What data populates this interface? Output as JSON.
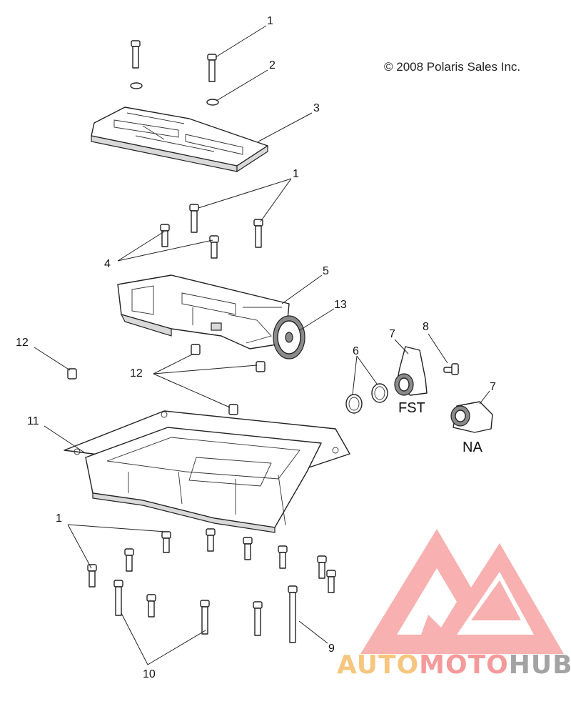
{
  "copyright": "© 2008 Polaris Sales Inc.",
  "variants": {
    "fst": "FST",
    "na": "NA"
  },
  "watermark": {
    "parts": [
      "AUTO",
      "MOTO",
      "HUB"
    ],
    "colors": {
      "auto": "#f6c67f",
      "moto": "#f59a9a",
      "hub": "#a3a3a3",
      "logo": "#f7a3a3"
    }
  },
  "callouts": [
    {
      "id": "c1a",
      "label": "1"
    },
    {
      "id": "c2",
      "label": "2"
    },
    {
      "id": "c3",
      "label": "3"
    },
    {
      "id": "c1b",
      "label": "1"
    },
    {
      "id": "c4",
      "label": "4"
    },
    {
      "id": "c5",
      "label": "5"
    },
    {
      "id": "c13",
      "label": "13"
    },
    {
      "id": "c8",
      "label": "8"
    },
    {
      "id": "c7a",
      "label": "7"
    },
    {
      "id": "c6",
      "label": "6"
    },
    {
      "id": "c7b",
      "label": "7"
    },
    {
      "id": "c12a",
      "label": "12"
    },
    {
      "id": "c12b",
      "label": "12"
    },
    {
      "id": "c11",
      "label": "11"
    },
    {
      "id": "c1c",
      "label": "1"
    },
    {
      "id": "c9",
      "label": "9"
    },
    {
      "id": "c10",
      "label": "10"
    }
  ]
}
